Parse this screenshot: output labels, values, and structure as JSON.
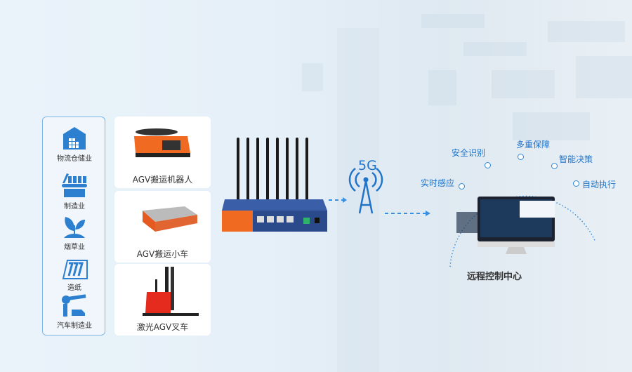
{
  "industries": [
    {
      "label": "物流仓储业",
      "icon": "warehouse-icon"
    },
    {
      "label": "制造业",
      "icon": "factory-conveyor-icon"
    },
    {
      "label": "烟草业",
      "icon": "plant-icon"
    },
    {
      "label": "造纸",
      "icon": "paper-roll-icon"
    },
    {
      "label": "汽车制造业",
      "icon": "car-robot-arm-icon"
    }
  ],
  "products": [
    {
      "label": "AGV搬运机器人"
    },
    {
      "label": "AGV搬运小车"
    },
    {
      "label": "激光AGV叉车"
    }
  ],
  "network": {
    "label": "5G"
  },
  "features": [
    "实时感应",
    "安全识别",
    "多重保障",
    "智能决策",
    "自动执行"
  ],
  "center": {
    "label": "远程控制中心"
  },
  "colors": {
    "accent": "#1f73c9",
    "orange": "#f06a22",
    "router": "#2a4a8c"
  }
}
